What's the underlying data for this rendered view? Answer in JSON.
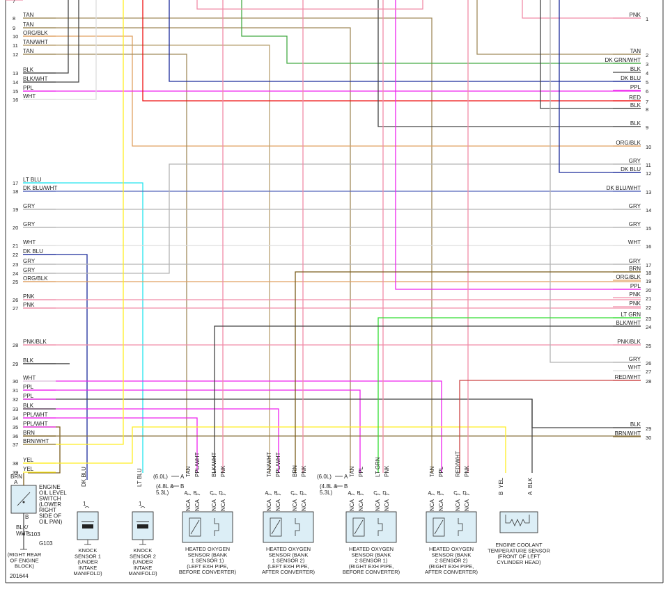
{
  "diagram_id": "201644",
  "colors": {
    "TAN": "#a08a5a",
    "ORG": "#e0a060",
    "PPL": "#ee22ee",
    "PNK": "#f08ca8",
    "RED": "#ee1111",
    "BLK": "#444444",
    "GRY": "#b4b4b4",
    "WHT": "#dddddd",
    "DKBLU": "#1a2a9a",
    "DKBLUWHT": "#5566bb",
    "LTBLU": "#22e4ee",
    "YEL": "#ffee22",
    "BRN": "#7a5c1a",
    "LTGRN": "#33dd33",
    "DKGRN": "#44aa44",
    "BRNWHT": "#8a7440",
    "REDWHT": "#cc4444",
    "TANWHT": "#b8a070"
  },
  "left_pins": [
    {
      "n": "7",
      "label": "",
      "color": "PNK"
    },
    {
      "n": "8",
      "label": "TAN",
      "color": "TAN"
    },
    {
      "n": "9",
      "label": "TAN",
      "color": "TAN"
    },
    {
      "n": "10",
      "label": "ORG/BLK",
      "color": "ORG"
    },
    {
      "n": "11",
      "label": "TAN/WHT",
      "color": "TANWHT"
    },
    {
      "n": "12",
      "label": "TAN",
      "color": "TAN"
    },
    {
      "n": "13",
      "label": "BLK",
      "color": "BLK"
    },
    {
      "n": "14",
      "label": "BLK/WHT",
      "color": "BLK"
    },
    {
      "n": "15",
      "label": "PPL",
      "color": "PPL"
    },
    {
      "n": "16",
      "label": "WHT",
      "color": "WHT"
    },
    {
      "n": "17",
      "label": "LT BLU",
      "color": "LTBLU"
    },
    {
      "n": "18",
      "label": "DK BLU/WHT",
      "color": "DKBLUWHT"
    },
    {
      "n": "19",
      "label": "GRY",
      "color": "GRY"
    },
    {
      "n": "20",
      "label": "GRY",
      "color": "GRY"
    },
    {
      "n": "21",
      "label": "WHT",
      "color": "WHT"
    },
    {
      "n": "22",
      "label": "DK BLU",
      "color": "DKBLU"
    },
    {
      "n": "23",
      "label": "GRY",
      "color": "GRY"
    },
    {
      "n": "24",
      "label": "GRY",
      "color": "GRY"
    },
    {
      "n": "25",
      "label": "ORG/BLK",
      "color": "ORG"
    },
    {
      "n": "26",
      "label": "PNK",
      "color": "PNK"
    },
    {
      "n": "27",
      "label": "PNK",
      "color": "PNK"
    },
    {
      "n": "28",
      "label": "PNK/BLK",
      "color": "PNK"
    },
    {
      "n": "29",
      "label": "BLK",
      "color": "BLK"
    },
    {
      "n": "30",
      "label": "WHT",
      "color": "WHT"
    },
    {
      "n": "31",
      "label": "PPL",
      "color": "PPL"
    },
    {
      "n": "32",
      "label": "PPL",
      "color": "PPL"
    },
    {
      "n": "33",
      "label": "BLK",
      "color": "BLK"
    },
    {
      "n": "34",
      "label": "PPL/WHT",
      "color": "PPL"
    },
    {
      "n": "35",
      "label": "PPL/WHT",
      "color": "PPL"
    },
    {
      "n": "36",
      "label": "BRN",
      "color": "BRN"
    },
    {
      "n": "37",
      "label": "BRN/WHT",
      "color": "BRNWHT"
    },
    {
      "n": "38",
      "label": "YEL",
      "color": "YEL"
    },
    {
      "n": "39",
      "label": "YEL",
      "color": "YEL"
    }
  ],
  "right_pins": [
    {
      "n": "1",
      "label": "PNK",
      "color": "PNK"
    },
    {
      "n": "2",
      "label": "TAN",
      "color": "TAN"
    },
    {
      "n": "3",
      "label": "DK GRN/WHT",
      "color": "DKGRN"
    },
    {
      "n": "4",
      "label": "BLK",
      "color": "BLK"
    },
    {
      "n": "5",
      "label": "DK BLU",
      "color": "DKBLU"
    },
    {
      "n": "6",
      "label": "PPL",
      "color": "PPL"
    },
    {
      "n": "7",
      "label": "RED",
      "color": "RED"
    },
    {
      "n": "8",
      "label": "BLK",
      "color": "BLK"
    },
    {
      "n": "9",
      "label": "BLK",
      "color": "BLK"
    },
    {
      "n": "10",
      "label": "ORG/BLK",
      "color": "ORG"
    },
    {
      "n": "11",
      "label": "GRY",
      "color": "GRY"
    },
    {
      "n": "12",
      "label": "DK BLU",
      "color": "DKBLU"
    },
    {
      "n": "13",
      "label": "DK BLU/WHT",
      "color": "DKBLUWHT"
    },
    {
      "n": "14",
      "label": "GRY",
      "color": "GRY"
    },
    {
      "n": "15",
      "label": "GRY",
      "color": "GRY"
    },
    {
      "n": "16",
      "label": "WHT",
      "color": "WHT"
    },
    {
      "n": "17",
      "label": "GRY",
      "color": "GRY"
    },
    {
      "n": "18",
      "label": "BRN",
      "color": "BRN"
    },
    {
      "n": "19",
      "label": "ORG/BLK",
      "color": "ORG"
    },
    {
      "n": "20",
      "label": "PPL",
      "color": "PPL"
    },
    {
      "n": "21",
      "label": "PNK",
      "color": "PNK"
    },
    {
      "n": "22",
      "label": "PNK",
      "color": "PNK"
    },
    {
      "n": "23",
      "label": "LT GRN",
      "color": "LTGRN"
    },
    {
      "n": "24",
      "label": "BLK/WHT",
      "color": "BLK"
    },
    {
      "n": "25",
      "label": "PNK/BLK",
      "color": "PNK"
    },
    {
      "n": "26",
      "label": "GRY",
      "color": "GRY"
    },
    {
      "n": "27",
      "label": "WHT",
      "color": "WHT"
    },
    {
      "n": "28",
      "label": "RED/WHT",
      "color": "REDWHT"
    },
    {
      "n": "29",
      "label": "BLK",
      "color": "BLK"
    },
    {
      "n": "30",
      "label": "BRN/WHT",
      "color": "BRNWHT"
    }
  ],
  "oxygen_sensors": [
    {
      "id": "b1s1",
      "caption": [
        "HEATED OXYGEN",
        "SENSOR (BANK",
        "1 SENSOR 1)",
        "(LEFT EXH PIPE,",
        "BEFORE CONVERTER)"
      ],
      "pins": [
        "A",
        "B",
        "C",
        "D"
      ],
      "wires": [
        "TAN",
        "PPL/WHT",
        "BLK/WHT",
        "PNK"
      ],
      "nca": [
        "NCA",
        "NCA",
        "NCA",
        "NCA"
      ],
      "engine_note": [
        "(6.0L)",
        "(4.8L &",
        "5.3L)"
      ],
      "alt_pins": [
        "A",
        "B"
      ]
    },
    {
      "id": "b1s2",
      "caption": [
        "HEATED OXYGEN",
        "SENSOR (BANK",
        "1 SENSOR 2)",
        "(LEFT EXH PIPE,",
        "AFTER CONVERTER)"
      ],
      "pins": [
        "A",
        "B",
        "C",
        "D"
      ],
      "wires": [
        "TAN/WHT",
        "PPL/WHT",
        "BRN",
        "PNK"
      ],
      "nca": [
        "NCA",
        "NCA",
        "NCA",
        "NCA"
      ]
    },
    {
      "id": "b2s1",
      "caption": [
        "HEATED OXYGEN",
        "SENSOR (BANK",
        "2 SENSOR 1)",
        "(RIGHT EXH PIPE,",
        "BEFORE CONVERTER)"
      ],
      "pins": [
        "A",
        "B",
        "C",
        "D"
      ],
      "wires": [
        "TAN",
        "PPL",
        "LT GRN",
        "PNK"
      ],
      "nca": [
        "NCA",
        "NCA",
        "NCA",
        "NCA"
      ],
      "engine_note": [
        "(6.0L)",
        "(4.8L &",
        "5.3L)"
      ],
      "alt_pins": [
        "A",
        "B"
      ]
    },
    {
      "id": "b2s2",
      "caption": [
        "HEATED OXYGEN",
        "SENSOR (BANK",
        "2 SENSOR 2)",
        "(RIGHT EXH PIPE,",
        "AFTER CONVERTER)"
      ],
      "pins": [
        "A",
        "B",
        "C",
        "D"
      ],
      "wires": [
        "TAN",
        "PPL",
        "RED/WHT",
        "PNK"
      ],
      "nca": [
        "NCA",
        "NCA",
        "NCA",
        "NCA"
      ]
    }
  ],
  "knock_sensors": [
    {
      "id": "ks1",
      "wire": "DK BLU",
      "pin": "1",
      "caption": [
        "KNOCK",
        "SENSOR 1",
        "(UNDER",
        "INTAKE",
        "MANIFOLD)"
      ]
    },
    {
      "id": "ks2",
      "wire": "LT BLU",
      "pin": "1",
      "caption": [
        "KNOCK",
        "SENSOR 2",
        "(UNDER",
        "INTAKE",
        "MANIFOLD)"
      ]
    }
  ],
  "oil_switch": {
    "caption": [
      "ENGINE",
      "OIL LEVEL",
      "SWITCH",
      "(LOWER",
      "RIGHT",
      "SIDE OF",
      "OIL PAN)"
    ],
    "wire_top": "BRN",
    "pin_a": "A",
    "pin_b": "B",
    "wire_bottom": [
      "BLK/",
      "WHT"
    ],
    "splice": "S103",
    "ground": "G103",
    "ground_note": [
      "(RIGHT REAR",
      "OF ENGINE",
      "BLOCK)"
    ]
  },
  "coolant_sensor": {
    "caption": [
      "ENGINE COOLANT",
      "TEMPERATURE SENSOR",
      "(FRONT OF LEFT",
      "CYLINDER HEAD)"
    ],
    "pins": [
      "B",
      "A"
    ],
    "wires": [
      "YEL",
      "BLK"
    ]
  }
}
